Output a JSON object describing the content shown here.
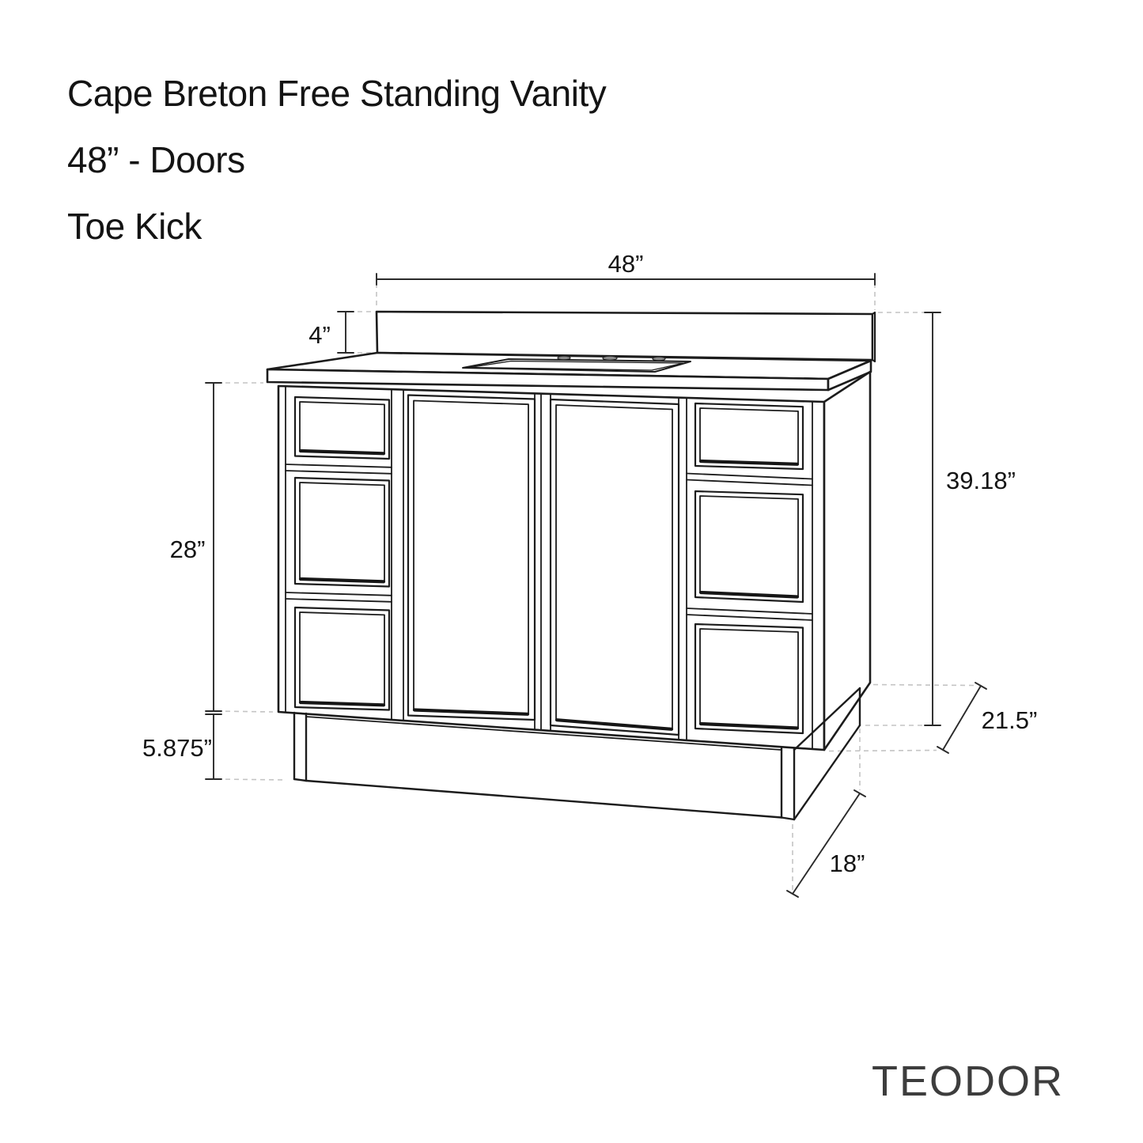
{
  "title": {
    "line1": "Cape Breton Free Standing Vanity",
    "line2": "48” - Doors",
    "line3": "Toe Kick"
  },
  "drawing": {
    "dimensions": {
      "width": "48”",
      "backsplash_height": "4”",
      "cabinet_body_height": "28”",
      "toe_kick_height": "5.875”",
      "overall_height": "39.18”",
      "counter_depth": "21.5”",
      "toe_kick_depth": "18”"
    }
  },
  "logo": {
    "text": "TEODOR"
  },
  "colors": {
    "background": "#ffffff",
    "line": "#1c1c1c",
    "dashed_leader": "#c4c4c4",
    "text": "#141414",
    "logo": "#3d3d3d"
  }
}
